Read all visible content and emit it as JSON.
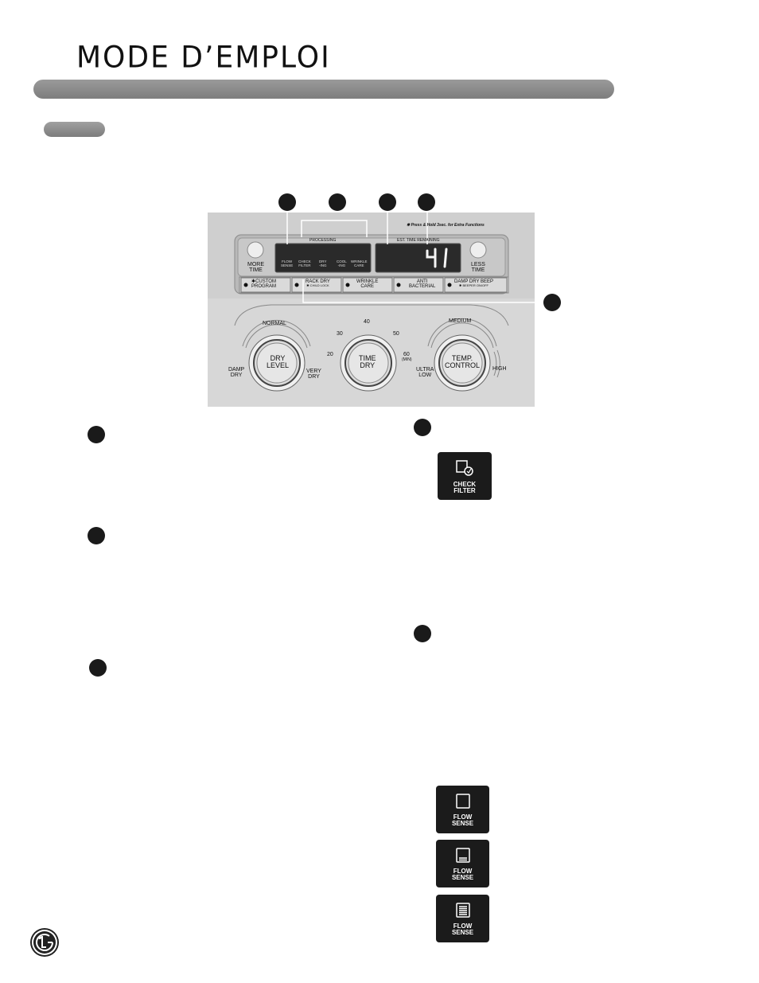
{
  "header": {
    "title": "MODE D’EMPLOI"
  },
  "panel": {
    "note": "✱ Press & Hold 3sec. for Extra Functions",
    "processing_label": "PROCESSING",
    "est_time_label": "EST. TIME REMAINING",
    "display_digits": "41",
    "more_time": [
      "MORE",
      "TIME"
    ],
    "less_time": [
      "LESS",
      "TIME"
    ],
    "status_labels": [
      [
        "FLOW",
        "SENSE"
      ],
      [
        "CHECK",
        "FILTER"
      ],
      [
        "DRY",
        "-ING"
      ],
      [
        "COOL",
        "-ING"
      ],
      [
        "WRINKLE",
        "CARE"
      ]
    ],
    "option_buttons": [
      {
        "line1": "✱CUSTOM",
        "line2": "PROGRAM"
      },
      {
        "line1": "RACK DRY",
        "line2": "✱ CHILD LOCK"
      },
      {
        "line1": "WRINKLE",
        "line2": "CARE"
      },
      {
        "line1": "ANTI",
        "line2": "BACTERIAL"
      },
      {
        "line1": "DAMP DRY BEEP",
        "line2": "✱ BEEPER ON/OFF"
      }
    ],
    "knob_dry_level": {
      "label": [
        "DRY",
        "LEVEL"
      ],
      "top": "NORMAL",
      "left": [
        "DAMP",
        "DRY"
      ],
      "right": [
        "VERY",
        "DRY"
      ]
    },
    "knob_time_dry": {
      "label": [
        "TIME",
        "DRY"
      ],
      "marks": {
        "m20": "20",
        "m30": "30",
        "m40": "40",
        "m50": "50",
        "m60": "60",
        "unit": "(MIN)"
      }
    },
    "knob_temp": {
      "label": [
        "TEMP.",
        "CONTROL"
      ],
      "top": "MEDIUM",
      "left": [
        "ULTRA",
        "LOW"
      ],
      "right": "HIGH"
    }
  },
  "icons": {
    "check_filter": [
      "CHECK",
      "FILTER"
    ],
    "flow_sense": [
      "FLOW",
      "SENSE"
    ]
  }
}
